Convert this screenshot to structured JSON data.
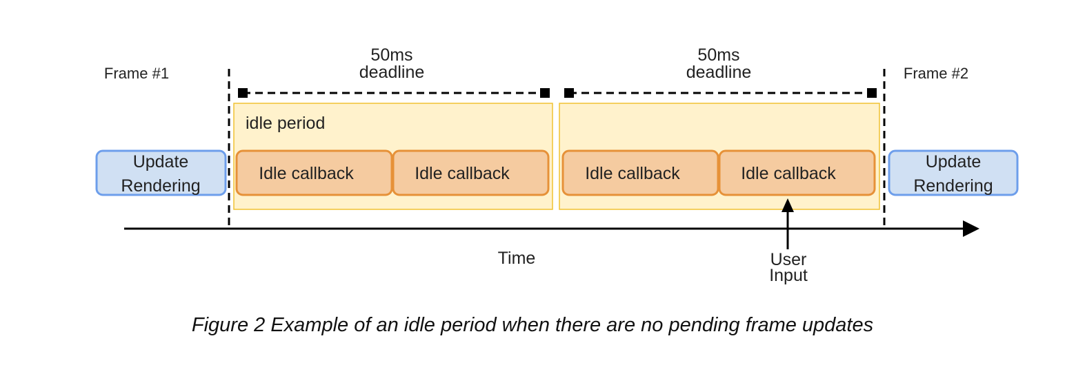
{
  "frames": {
    "frame1": "Frame #1",
    "frame2": "Frame #2"
  },
  "deadlines": [
    {
      "value": "50ms",
      "label": "deadline"
    },
    {
      "value": "50ms",
      "label": "deadline"
    }
  ],
  "idle_period_label": "idle period",
  "update_rendering": {
    "left": [
      "Update",
      "Rendering"
    ],
    "right": [
      "Update",
      "Rendering"
    ]
  },
  "callbacks": [
    "Idle callback",
    "Idle callback",
    "Idle callback",
    "Idle callback"
  ],
  "time_label": "Time",
  "user_input": [
    "User",
    "Input"
  ],
  "caption": "Figure 2 Example of an idle period when there are no pending frame updates",
  "colors": {
    "idle_period_fill": "#fff2cc",
    "idle_period_stroke": "#f1c232",
    "callback_fill": "#f5cba0",
    "callback_stroke": "#e69138",
    "render_fill": "#d0e0f3",
    "render_stroke": "#6d9eeb"
  }
}
